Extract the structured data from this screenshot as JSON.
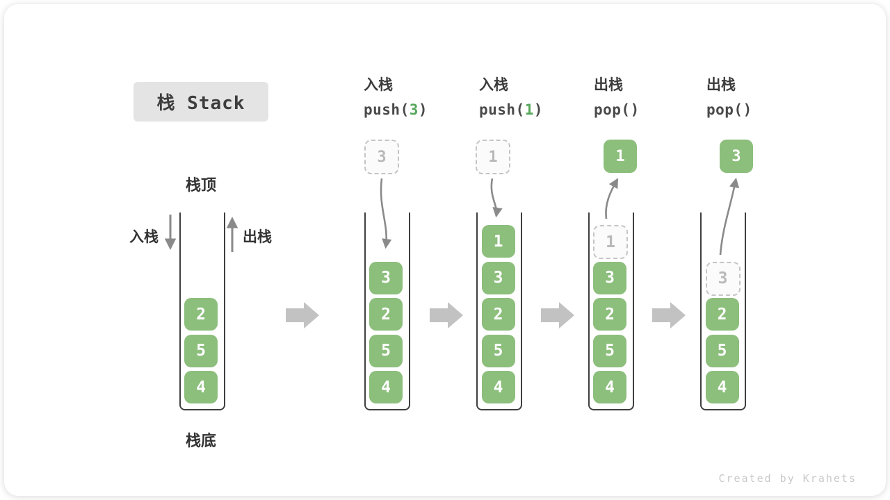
{
  "title": "栈 Stack",
  "watermark": "Created by Krahets",
  "labels": {
    "stack_top": "栈顶",
    "stack_bottom": "栈底",
    "push_side": "入栈",
    "pop_side": "出栈"
  },
  "initial_stack": [
    "2",
    "5",
    "4"
  ],
  "steps": [
    {
      "op": "入栈",
      "code": {
        "prefix": "push(",
        "arg": "3",
        "suffix": ")"
      },
      "floating": {
        "value": "3",
        "variant": "dashed"
      },
      "stack": [
        {
          "v": "3"
        },
        {
          "v": "2"
        },
        {
          "v": "5"
        },
        {
          "v": "4"
        }
      ]
    },
    {
      "op": "入栈",
      "code": {
        "prefix": "push(",
        "arg": "1",
        "suffix": ")"
      },
      "floating": {
        "value": "1",
        "variant": "dashed"
      },
      "stack": [
        {
          "v": "1"
        },
        {
          "v": "3"
        },
        {
          "v": "2"
        },
        {
          "v": "5"
        },
        {
          "v": "4"
        }
      ]
    },
    {
      "op": "出栈",
      "code": {
        "prefix": "pop(",
        "arg": "",
        "suffix": ")"
      },
      "floating": {
        "value": "1",
        "variant": "solid"
      },
      "stack": [
        {
          "v": "1",
          "dashed": true
        },
        {
          "v": "3"
        },
        {
          "v": "2"
        },
        {
          "v": "5"
        },
        {
          "v": "4"
        }
      ]
    },
    {
      "op": "出栈",
      "code": {
        "prefix": "pop(",
        "arg": "",
        "suffix": ")"
      },
      "floating": {
        "value": "3",
        "variant": "solid"
      },
      "stack": [
        {
          "v": "3",
          "dashed": true
        },
        {
          "v": "2"
        },
        {
          "v": "5"
        },
        {
          "v": "4"
        }
      ]
    }
  ],
  "colors": {
    "cell_green": "#8cbe7c",
    "code_green": "#55a65a",
    "arrow_gray": "#8a8a8a",
    "block_arrow_gray": "#c2c2c2",
    "wall_dark": "#3f3f3f",
    "title_bg": "#e4e4e4",
    "dashed_border": "#c5c5c5",
    "watermark_gray": "#c9c9c9"
  }
}
